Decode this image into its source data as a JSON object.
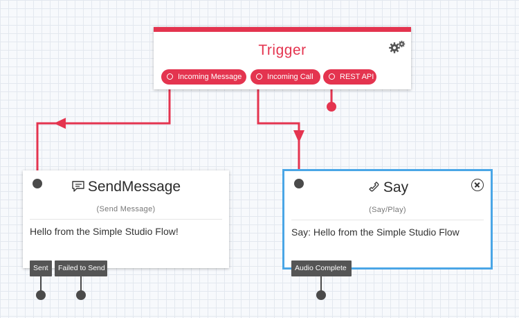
{
  "trigger": {
    "title": "Trigger",
    "settings_icon": "gears-icon",
    "accent_color": "#e4344f",
    "outputs": {
      "incoming_message": "Incoming Message",
      "incoming_call": "Incoming Call",
      "rest_api": "REST API"
    }
  },
  "send_message": {
    "icon": "chat-bubble-icon",
    "title": "SendMessage",
    "subtitle": "(Send Message)",
    "body": "Hello from the Simple Studio Flow!",
    "outputs": {
      "sent": "Sent",
      "failed": "Failed to Send"
    }
  },
  "say": {
    "icon": "phone-icon",
    "title": "Say",
    "subtitle": "(Say/Play)",
    "body": "Say: Hello from the Simple Studio Flow",
    "selected": true,
    "selection_color": "#4aa6e6",
    "close_icon": "close-circle-icon",
    "outputs": {
      "audio_complete": "Audio Complete"
    }
  }
}
